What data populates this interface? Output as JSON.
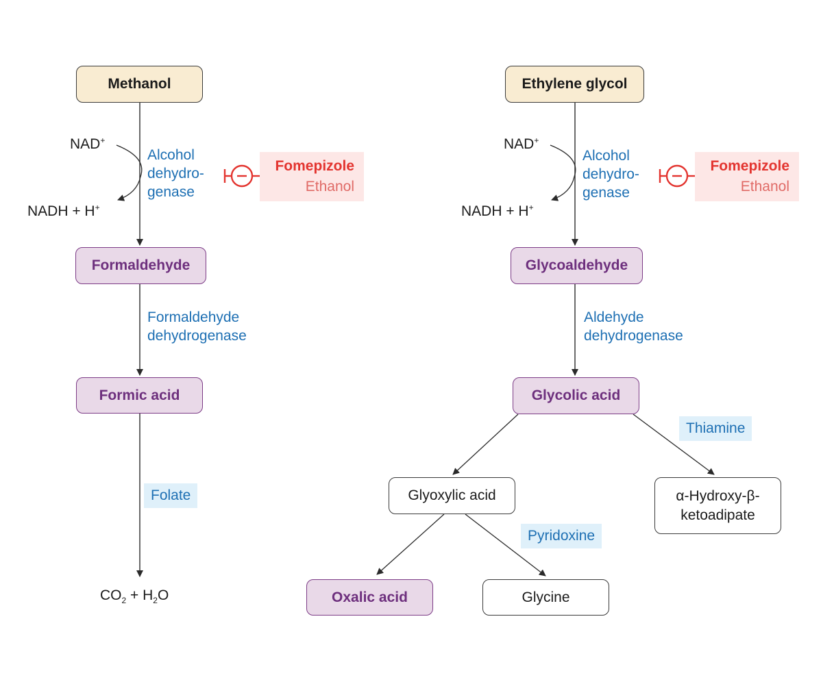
{
  "colors": {
    "toxin_fill": "#f9ecd2",
    "toxic_metabolite_fill": "#e9d9e8",
    "toxic_metabolite_text": "#6d2f7d",
    "enzyme_text": "#1d6fb3",
    "cofactor_fill": "#dff0fa",
    "inhibitor_fill": "#fde7e6",
    "inhibitor_text": "#e3342f"
  },
  "methanol_pathway": {
    "substrate": "Methanol",
    "cofactor_in": "NAD",
    "cofactor_in_sup": "+",
    "cofactor_out": "NADH + H",
    "cofactor_out_sup": "+",
    "enzyme1": [
      "Alcohol",
      "dehydro-",
      "genase"
    ],
    "inhibitor_icon": "inhibition-minus-circle-icon",
    "inhibitors": {
      "primary": "Fomepizole",
      "secondary": "Ethanol"
    },
    "intermediate1": "Formaldehyde",
    "enzyme2": [
      "Formaldehyde",
      "dehydrogenase"
    ],
    "intermediate2": "Formic acid",
    "vitamin": "Folate",
    "product_parts": {
      "a": "CO",
      "a_sub": "2",
      "plus": " + H",
      "b_sub": "2",
      "b": "O"
    }
  },
  "ethylene_glycol_pathway": {
    "substrate": "Ethylene glycol",
    "cofactor_in": "NAD",
    "cofactor_in_sup": "+",
    "cofactor_out": "NADH + H",
    "cofactor_out_sup": "+",
    "enzyme1": [
      "Alcohol",
      "dehydro-",
      "genase"
    ],
    "inhibitor_icon": "inhibition-minus-circle-icon",
    "inhibitors": {
      "primary": "Fomepizole",
      "secondary": "Ethanol"
    },
    "intermediate1": "Glycoaldehyde",
    "enzyme2": [
      "Aldehyde",
      "dehydrogenase"
    ],
    "intermediate2": "Glycolic acid",
    "branch_left": "Glyoxylic acid",
    "branch_right": [
      "α-Hydroxy-β-",
      "ketoadipate"
    ],
    "vitamin_right": "Thiamine",
    "leaf_left": "Oxalic acid",
    "leaf_right": "Glycine",
    "vitamin_leaf": "Pyridoxine"
  }
}
